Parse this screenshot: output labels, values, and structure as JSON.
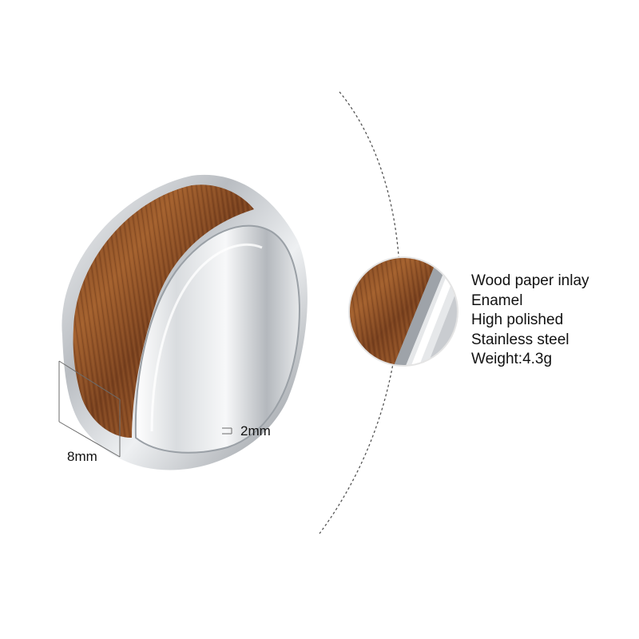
{
  "image": {
    "subject": "Ring product image",
    "background": "#ffffff",
    "wood_color": "#8a4a22",
    "steel_color": "#c9ccd0"
  },
  "dimensions": {
    "width_label": "8mm",
    "thickness_label": "2mm"
  },
  "specs": [
    "Wood paper inlay",
    "Enamel",
    "High polished",
    "Stainless steel",
    "Weight:4.3g"
  ]
}
